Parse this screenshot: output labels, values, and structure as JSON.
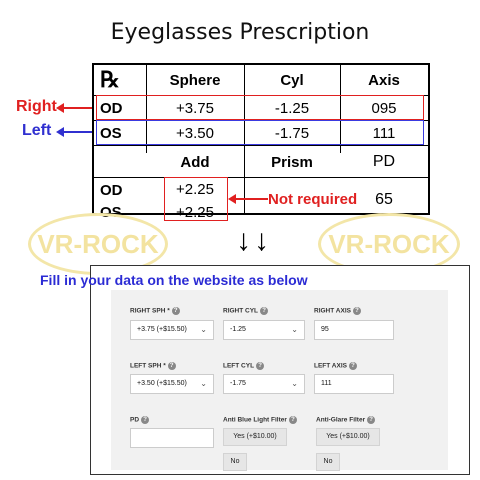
{
  "title": "Eyeglasses Prescription",
  "rx_symbol": "℞",
  "headers": [
    "Sphere",
    "Cyl",
    "Axis"
  ],
  "rows": [
    {
      "eye": "OD",
      "sphere": "+3.75",
      "cyl": "-1.25",
      "axis": "095"
    },
    {
      "eye": "OS",
      "sphere": "+3.50",
      "cyl": "-1.75",
      "axis": "111"
    }
  ],
  "headers2": [
    "Add",
    "Prism",
    "PD"
  ],
  "add_rows": [
    {
      "eye": "OD",
      "add": "+2.25"
    },
    {
      "eye": "OS",
      "add": "+2.25"
    }
  ],
  "pd": "65",
  "side_labels": {
    "right": "Right",
    "left": "Left"
  },
  "not_required": "Not required",
  "watermark": "VR-ROCK",
  "arrow_glyph": "↓",
  "colors": {
    "red": "#e02020",
    "blue": "#3030d0",
    "fill_text": "#2b2bd4"
  },
  "form": {
    "heading": "Fill in your data on the website as below",
    "help_glyph": "?",
    "fields": {
      "right_sph": {
        "label": "RIGHT SPH *",
        "value": "+3.75 (+$15.50)"
      },
      "right_cyl": {
        "label": "RIGHT CYL",
        "value": "-1.25"
      },
      "right_axis": {
        "label": "RIGHT AXIS",
        "value": "95"
      },
      "left_sph": {
        "label": "LEFT SPH *",
        "value": "+3.50 (+$15.50)"
      },
      "left_cyl": {
        "label": "LEFT CYL",
        "value": "-1.75"
      },
      "left_axis": {
        "label": "LEFT AXIS",
        "value": "111"
      },
      "pd": {
        "label": "PD",
        "value": ""
      },
      "anti_blue": {
        "label": "Anti Blue Light Filter",
        "options": [
          "Yes (+$10.00)",
          "No"
        ]
      },
      "anti_glare": {
        "label": "Anti-Glare Filter",
        "options": [
          "Yes (+$10.00)",
          "No"
        ]
      }
    }
  }
}
